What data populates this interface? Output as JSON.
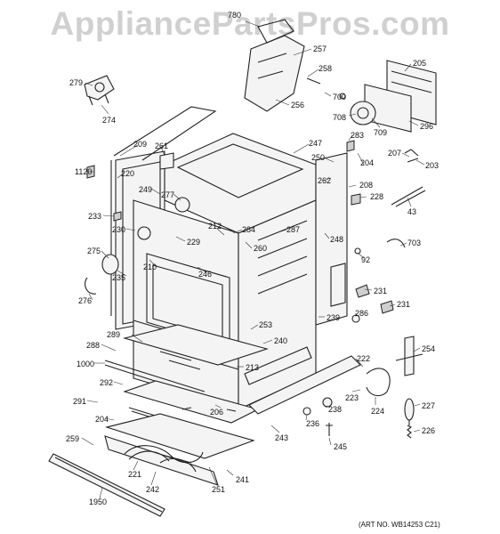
{
  "watermark": "AppliancePartsPros.com",
  "art_number": "(ART NO. WB14253 C21)",
  "part_labels": [
    {
      "id": "780",
      "text": "780"
    },
    {
      "id": "257",
      "text": "257"
    },
    {
      "id": "258",
      "text": "258"
    },
    {
      "id": "205",
      "text": "205"
    },
    {
      "id": "279",
      "text": "279"
    },
    {
      "id": "274",
      "text": "274"
    },
    {
      "id": "700",
      "text": "700"
    },
    {
      "id": "256",
      "text": "256"
    },
    {
      "id": "708",
      "text": "708"
    },
    {
      "id": "709",
      "text": "709"
    },
    {
      "id": "296",
      "text": "296"
    },
    {
      "id": "283",
      "text": "283"
    },
    {
      "id": "209",
      "text": "209"
    },
    {
      "id": "261",
      "text": "261"
    },
    {
      "id": "247",
      "text": "247"
    },
    {
      "id": "250",
      "text": "250"
    },
    {
      "id": "204a",
      "text": "204"
    },
    {
      "id": "207",
      "text": "207"
    },
    {
      "id": "203",
      "text": "203"
    },
    {
      "id": "1120",
      "text": "1120"
    },
    {
      "id": "220",
      "text": "220"
    },
    {
      "id": "262",
      "text": "262"
    },
    {
      "id": "208",
      "text": "208"
    },
    {
      "id": "228",
      "text": "228"
    },
    {
      "id": "249",
      "text": "249"
    },
    {
      "id": "277",
      "text": "277"
    },
    {
      "id": "43",
      "text": "43"
    },
    {
      "id": "233",
      "text": "233"
    },
    {
      "id": "230",
      "text": "230"
    },
    {
      "id": "212",
      "text": "212"
    },
    {
      "id": "284",
      "text": "284"
    },
    {
      "id": "287",
      "text": "287"
    },
    {
      "id": "229",
      "text": "229"
    },
    {
      "id": "260",
      "text": "260"
    },
    {
      "id": "248",
      "text": "248"
    },
    {
      "id": "703",
      "text": "703"
    },
    {
      "id": "275",
      "text": "275"
    },
    {
      "id": "92",
      "text": "92"
    },
    {
      "id": "210",
      "text": "210"
    },
    {
      "id": "246",
      "text": "246"
    },
    {
      "id": "235",
      "text": "235"
    },
    {
      "id": "231a",
      "text": "231"
    },
    {
      "id": "276",
      "text": "276"
    },
    {
      "id": "231b",
      "text": "231"
    },
    {
      "id": "286",
      "text": "286"
    },
    {
      "id": "239",
      "text": "239"
    },
    {
      "id": "289",
      "text": "289"
    },
    {
      "id": "253",
      "text": "253"
    },
    {
      "id": "288",
      "text": "288"
    },
    {
      "id": "240",
      "text": "240"
    },
    {
      "id": "254",
      "text": "254"
    },
    {
      "id": "1000",
      "text": "1000"
    },
    {
      "id": "213",
      "text": "213"
    },
    {
      "id": "222",
      "text": "222"
    },
    {
      "id": "292",
      "text": "292"
    },
    {
      "id": "223",
      "text": "223"
    },
    {
      "id": "291",
      "text": "291"
    },
    {
      "id": "206",
      "text": "206"
    },
    {
      "id": "238",
      "text": "238"
    },
    {
      "id": "224",
      "text": "224"
    },
    {
      "id": "227",
      "text": "227"
    },
    {
      "id": "204b",
      "text": "204"
    },
    {
      "id": "236",
      "text": "236"
    },
    {
      "id": "226",
      "text": "226"
    },
    {
      "id": "259",
      "text": "259"
    },
    {
      "id": "243",
      "text": "243"
    },
    {
      "id": "245",
      "text": "245"
    },
    {
      "id": "221",
      "text": "221"
    },
    {
      "id": "242",
      "text": "242"
    },
    {
      "id": "251",
      "text": "251"
    },
    {
      "id": "241",
      "text": "241"
    },
    {
      "id": "1950",
      "text": "1950"
    }
  ]
}
